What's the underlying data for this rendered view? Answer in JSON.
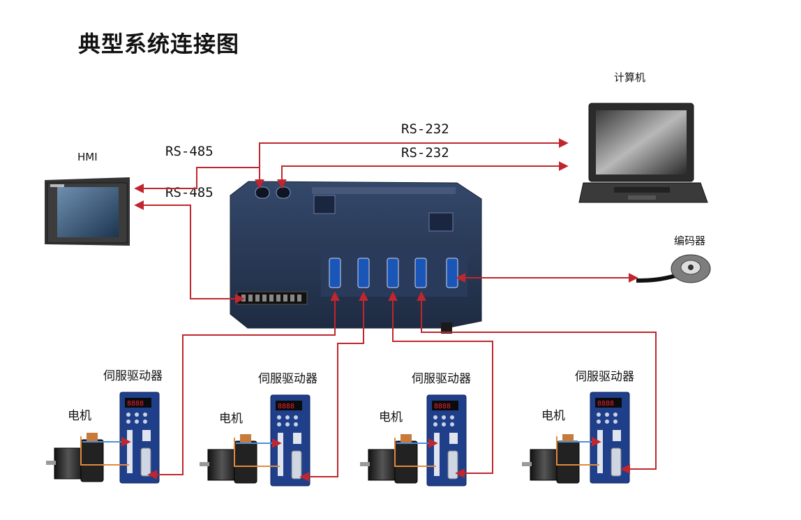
{
  "title": "典型系统连接图",
  "labels": {
    "computer": "计算机",
    "hmi": "HMI",
    "encoder": "编码器",
    "rs232_top": "RS-232",
    "rs232_bottom": "RS-232",
    "rs485_top": "RS-485",
    "rs485_bottom": "RS-485",
    "drive1": "伺服驱动器",
    "drive2": "伺服驱动器",
    "drive3": "伺服驱动器",
    "drive4": "伺服驱动器",
    "motor1": "电机",
    "motor2": "电机",
    "motor3": "电机",
    "motor4": "电机"
  },
  "colors": {
    "connection": "#c0262d",
    "feedback": "#4a90d9",
    "power": "#e08a3c",
    "plc_body": "#2c3e5c",
    "drive_body": "#1f3f8a"
  }
}
